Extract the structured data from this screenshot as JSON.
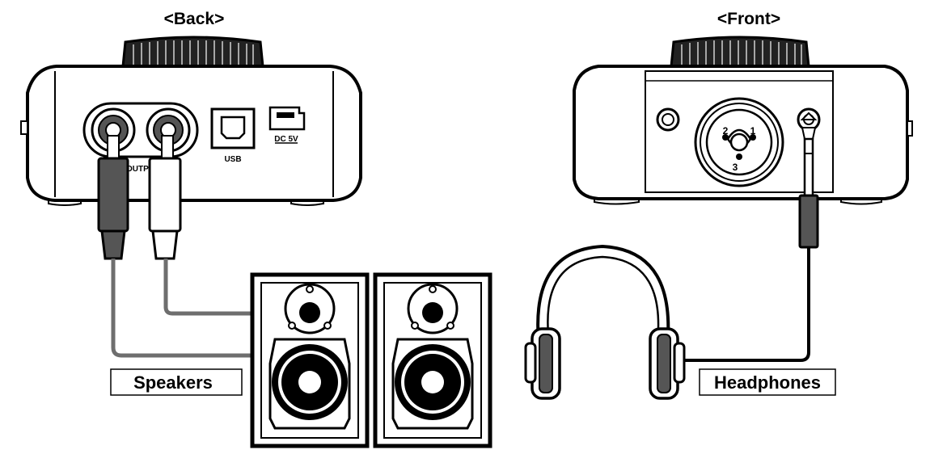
{
  "titles": {
    "back": "<Back>",
    "front": "<Front>"
  },
  "back_panel": {
    "output_label": "OUTPUT",
    "usb_label": "USB",
    "dc_label": "DC 5V"
  },
  "front_panel": {
    "pins": [
      "2",
      "1",
      "3"
    ]
  },
  "labels": {
    "speakers": "Speakers",
    "headphones": "Headphones"
  },
  "colors": {
    "line": "#000000",
    "cable": "#6e6e6e",
    "plug_dark": "#555555",
    "plug_light": "#ffffff",
    "knurl": "#222222"
  }
}
